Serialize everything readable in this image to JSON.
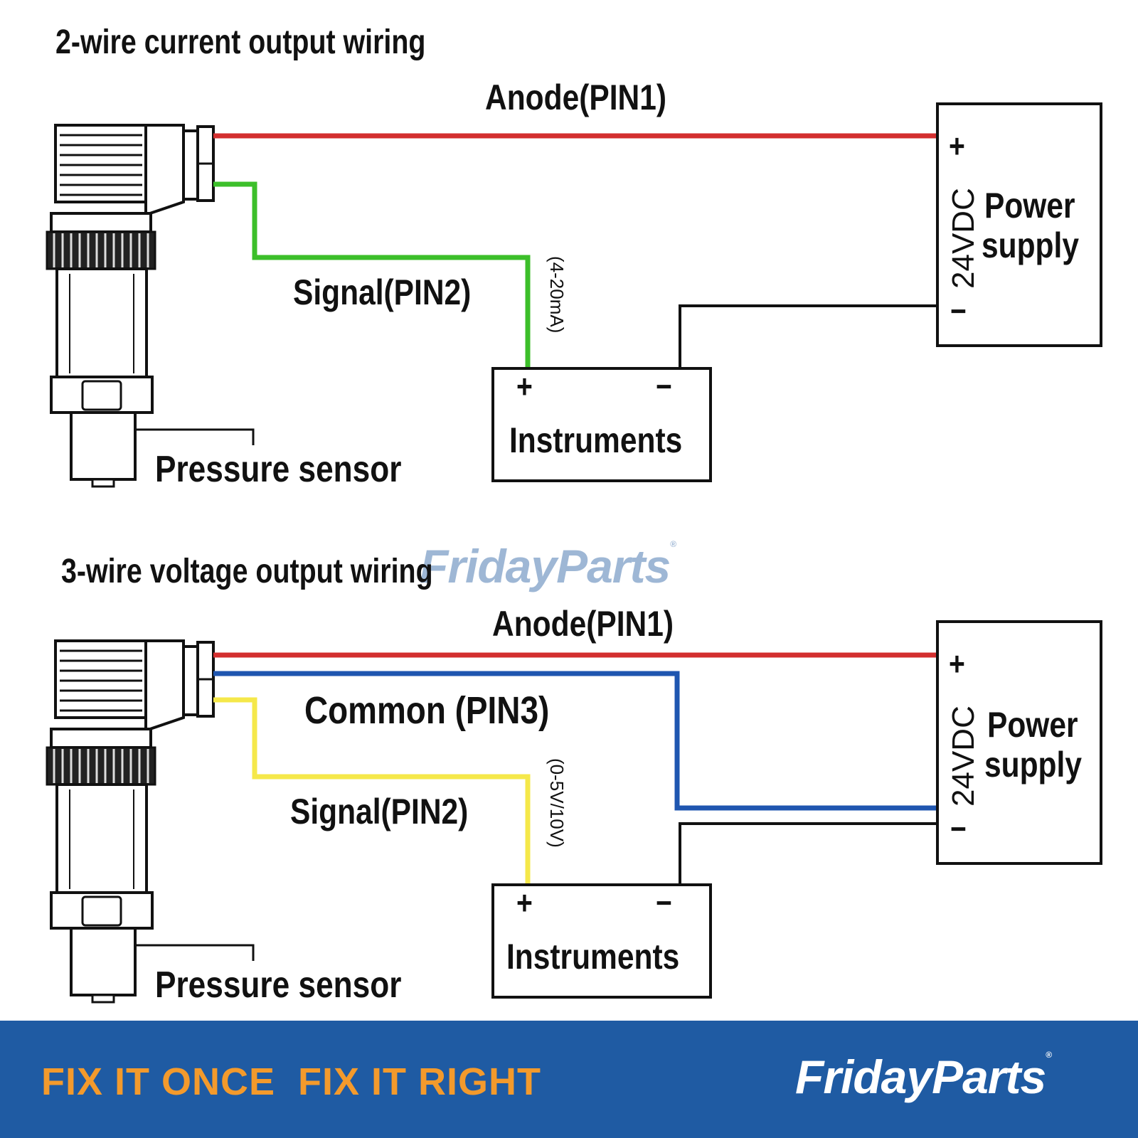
{
  "diagram_top": {
    "title": "2-wire current output wiring",
    "anode_label": "Anode(PIN1)",
    "signal_label": "Signal(PIN2)",
    "signal_range": "(4-20mA)",
    "instruments_label": "Instruments",
    "instruments_plus": "+",
    "instruments_minus": "−",
    "sensor_label": "Pressure sensor",
    "psu_plus": "+",
    "psu_minus": "−",
    "psu_voltage": "24VDC",
    "psu_label_line1": "Power",
    "psu_label_line2": "supply"
  },
  "diagram_bottom": {
    "title": "3-wire voltage output wiring",
    "anode_label": "Anode(PIN1)",
    "common_label": "Common (PIN3)",
    "signal_label": "Signal(PIN2)",
    "signal_range": "(0-5V/10V)",
    "instruments_label": "Instruments",
    "instruments_plus": "+",
    "instruments_minus": "−",
    "sensor_label": "Pressure sensor",
    "psu_plus": "+",
    "psu_minus": "−",
    "psu_voltage": "24VDC",
    "psu_label_line1": "Power",
    "psu_label_line2": "supply"
  },
  "wire_colors": {
    "anode": "#d32f2f",
    "signal_current": "#3cbf2a",
    "signal_voltage": "#f5e84a",
    "common": "#1f56b0",
    "ground": "#111111"
  },
  "watermark": {
    "text_a": "Friday",
    "text_b": "Parts",
    "reg": "®"
  },
  "footer": {
    "slogan": "FIX IT ONCE  FIX IT RIGHT",
    "logo_a": "Friday",
    "logo_b": "Parts",
    "logo_reg": "®",
    "background": "#1f5ba3",
    "slogan_color": "#f39a2c"
  }
}
